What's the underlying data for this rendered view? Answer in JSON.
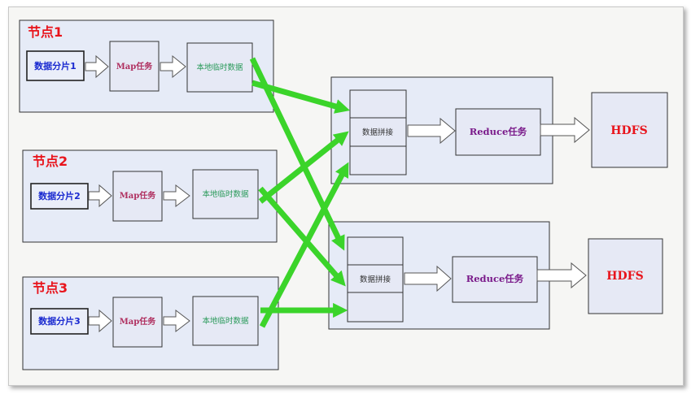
{
  "nodes": [
    {
      "title": "节点1",
      "split": "数据分片1",
      "map": "Map任务",
      "tmp": "本地临时数据"
    },
    {
      "title": "节点2",
      "split": "数据分片2",
      "map": "Map任务",
      "tmp": "本地临时数据"
    },
    {
      "title": "节点3",
      "split": "数据分片3",
      "map": "Map任务",
      "tmp": "本地临时数据"
    }
  ],
  "reducers": [
    {
      "merge": "数据拼接",
      "reduce": "Reduce任务",
      "output": "HDFS"
    },
    {
      "merge": "数据拼接",
      "reduce": "Reduce任务",
      "output": "HDFS"
    }
  ],
  "colors": {
    "node_title": "#e8141c",
    "split_label": "#1a2ad0",
    "map_label": "#b03060",
    "tmp_label": "#2a9a5a",
    "reduce_label": "#7a1a8a",
    "hdfs_label": "#e8141c",
    "shuffle_arrow": "#3bd42a",
    "box_fill": "#e6ebf7"
  },
  "icons": {
    "block_arrow": "hollow-block-arrow",
    "shuffle_arrow": "green-arrow"
  }
}
